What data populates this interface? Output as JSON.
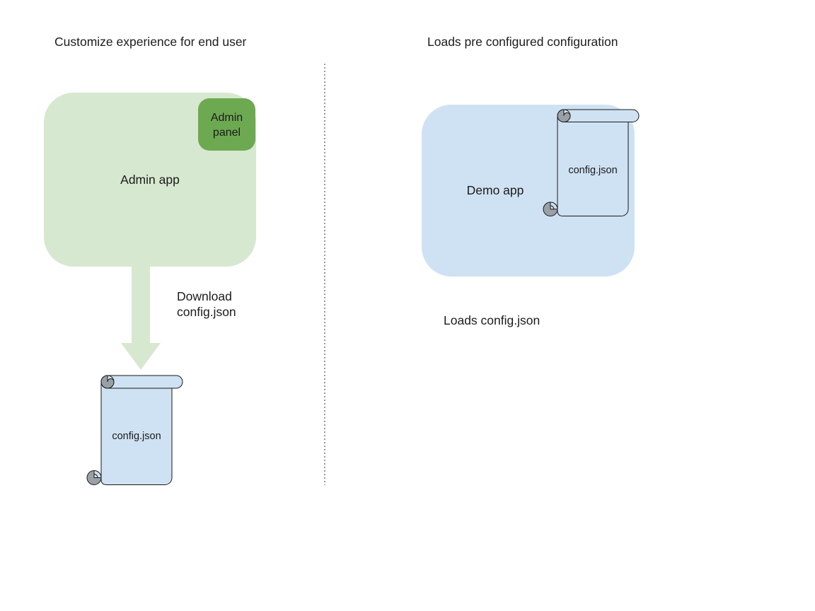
{
  "left": {
    "heading": "Customize experience for end user",
    "admin_app_label": "Admin app",
    "admin_panel_label": "Admin panel",
    "arrow_caption": "Download config.json",
    "scroll_label": "config.json"
  },
  "right": {
    "heading": "Loads pre configured configuration",
    "demo_app_label": "Demo app",
    "scroll_label": "config.json",
    "caption": "Loads config.json"
  },
  "colors": {
    "app_green": "#d7e8d0",
    "panel_green": "#6da951",
    "app_blue": "#cfe2f3",
    "scroll_blue": "#cfe2f3",
    "curl_gray": "#9aa0a6",
    "divider_gray": "#9a9a9a",
    "ink": "#1c1c1c"
  }
}
